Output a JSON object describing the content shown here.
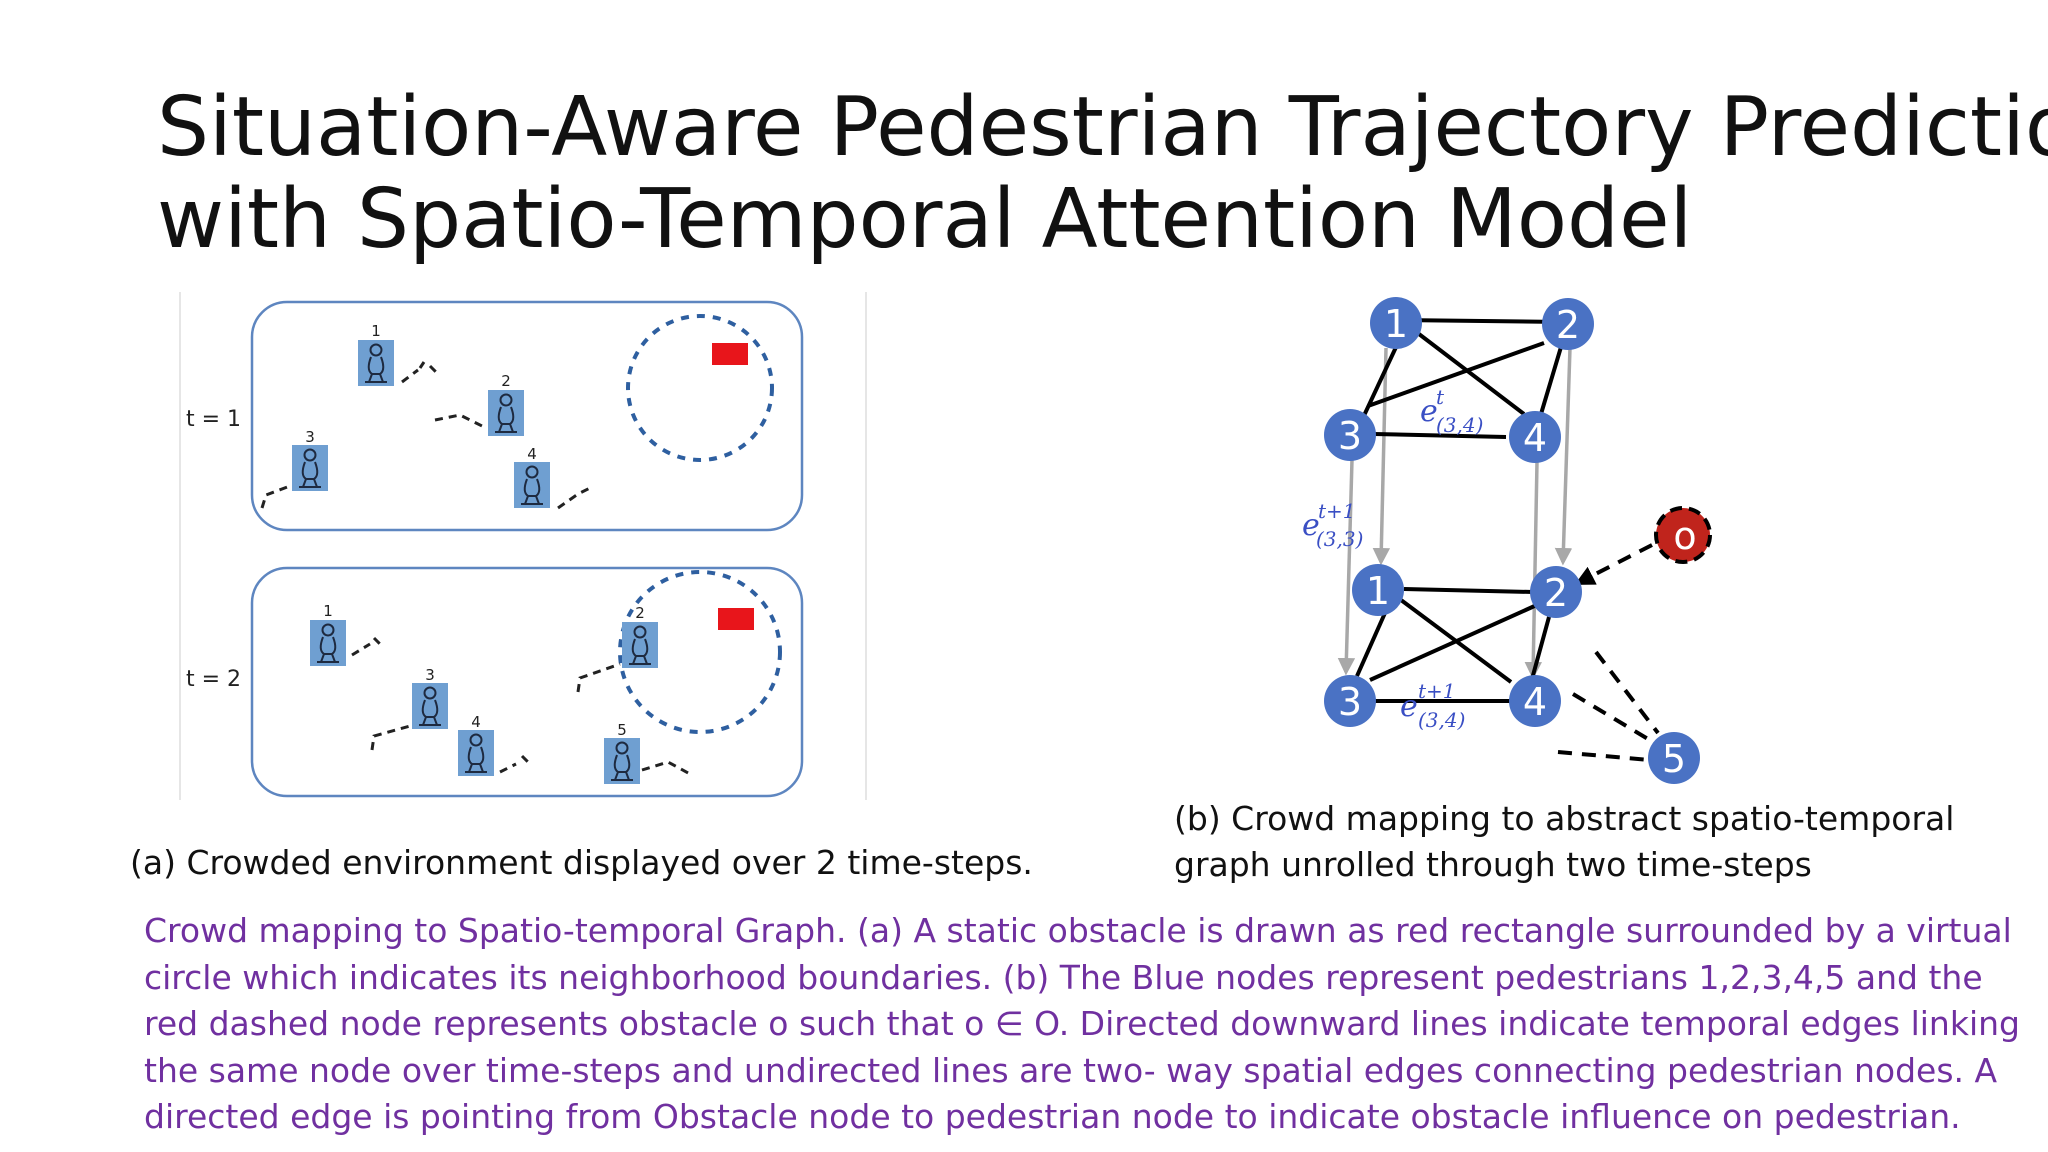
{
  "slide": {
    "title_lines": [
      "Situation-Aware Pedestrian Trajectory Prediction",
      "with Spatio-Temporal Attention Model"
    ],
    "caption_a": "(a) Crowded environment displayed over 2 time-steps.",
    "caption_b_lines": [
      "(b) Crowd mapping to abstract spatio-temporal",
      "graph unrolled through two time-steps"
    ],
    "description_lines": [
      "Crowd mapping to Spatio-temporal Graph. (a) A static obstacle is drawn as red rectangle surrounded by a virtual",
      "circle which indicates its neighborhood boundaries. (b) The Blue nodes represent pedestrians 1,2,3,4,5 and the",
      "red dashed node represents obstacle o such that o ∈ O. Directed downward lines indicate temporal edges linking",
      "the same node over time-steps and undirected lines are two- way spatial edges connecting pedestrian nodes. A",
      "directed edge is pointing from Obstacle node to pedestrian node to indicate obstacle influence on pedestrian."
    ]
  },
  "panel_a": {
    "timesteps": [
      {
        "label": "t = 1",
        "pedestrians": [
          "1",
          "2",
          "3",
          "4"
        ]
      },
      {
        "label": "t = 2",
        "pedestrians": [
          "1",
          "2",
          "3",
          "4",
          "5"
        ]
      }
    ],
    "obstacle_color": "#e8151b",
    "pedestrian_color": "#6f9fd1",
    "boundary_color": "#2e5fa0"
  },
  "panel_b": {
    "nodes_t": [
      "1",
      "2",
      "3",
      "4"
    ],
    "nodes_t1": [
      "1",
      "2",
      "3",
      "4"
    ],
    "extra_pedestrian": "5",
    "obstacle_node": "o",
    "edge_labels": {
      "spatial_t": {
        "base": "e",
        "sup": "t",
        "sub": "(3,4)"
      },
      "temporal": {
        "base": "e",
        "sup": "t+1",
        "sub": "(3,3)"
      },
      "spatial_t1": {
        "base": "e",
        "sup": "t+1",
        "sub": "(3,4)"
      }
    },
    "node_color": "#4a72c4",
    "obstacle_color": "#c0241c"
  }
}
